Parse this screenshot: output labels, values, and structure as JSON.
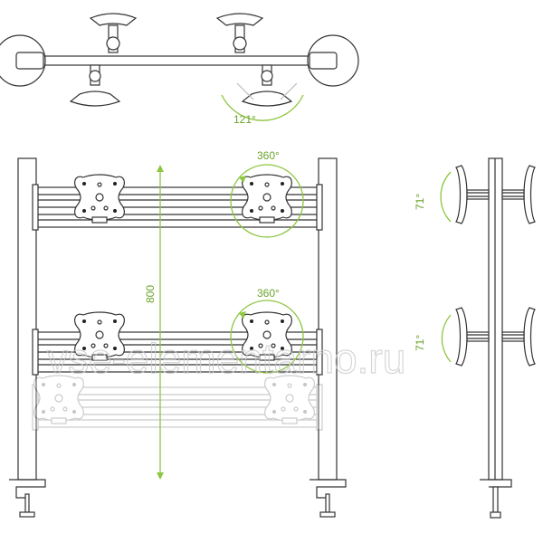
{
  "labels": {
    "top_angle": "121°",
    "rotation_upper": "360°",
    "rotation_lower": "360°",
    "height": "800",
    "tilt_upper": "71°",
    "tilt_lower": "71°"
  },
  "watermark": "vse-elementarno.ru",
  "colors": {
    "accent": "#8dc63f",
    "line": "#333333"
  }
}
